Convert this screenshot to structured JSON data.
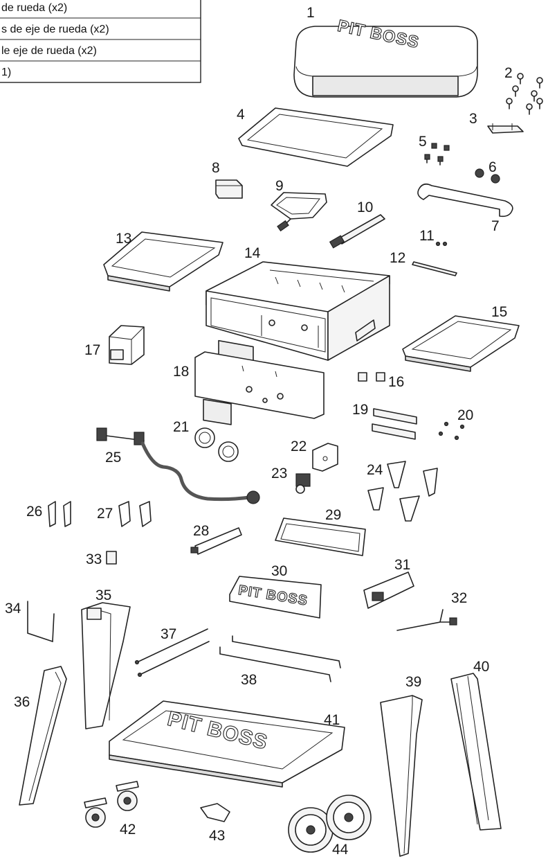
{
  "legend_rows": [
    "de rueda (x2)",
    "s de eje de rueda (x2)",
    "le eje de rueda (x2)",
    "1)"
  ],
  "brand_text": "PIT BOSS",
  "part_numbers": [
    "1",
    "2",
    "3",
    "4",
    "5",
    "6",
    "7",
    "8",
    "9",
    "10",
    "11",
    "12",
    "13",
    "14",
    "15",
    "16",
    "17",
    "18",
    "19",
    "20",
    "21",
    "22",
    "23",
    "24",
    "25",
    "26",
    "27",
    "28",
    "29",
    "30",
    "31",
    "32",
    "33",
    "34",
    "35",
    "36",
    "37",
    "38",
    "39",
    "40",
    "41",
    "42",
    "43",
    "44"
  ]
}
